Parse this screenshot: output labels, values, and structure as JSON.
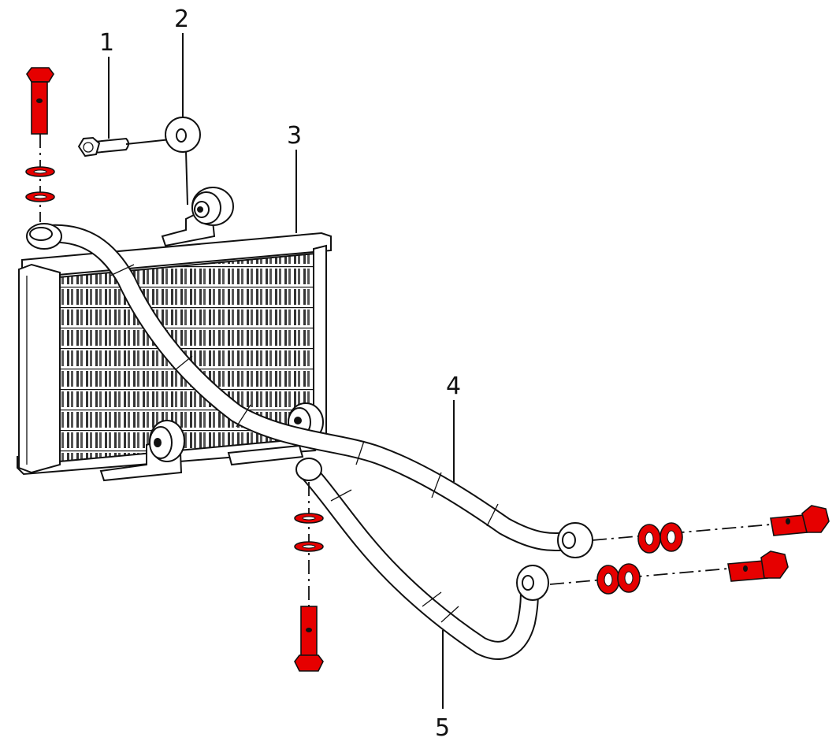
{
  "callouts": [
    {
      "id": "1",
      "label": "1"
    },
    {
      "id": "2",
      "label": "2"
    },
    {
      "id": "3",
      "label": "3"
    },
    {
      "id": "4",
      "label": "4"
    },
    {
      "id": "5",
      "label": "5"
    }
  ],
  "colors": {
    "highlight": "#e60000",
    "line": "#111111",
    "fin_dark": "#333333",
    "background": "#ffffff"
  }
}
